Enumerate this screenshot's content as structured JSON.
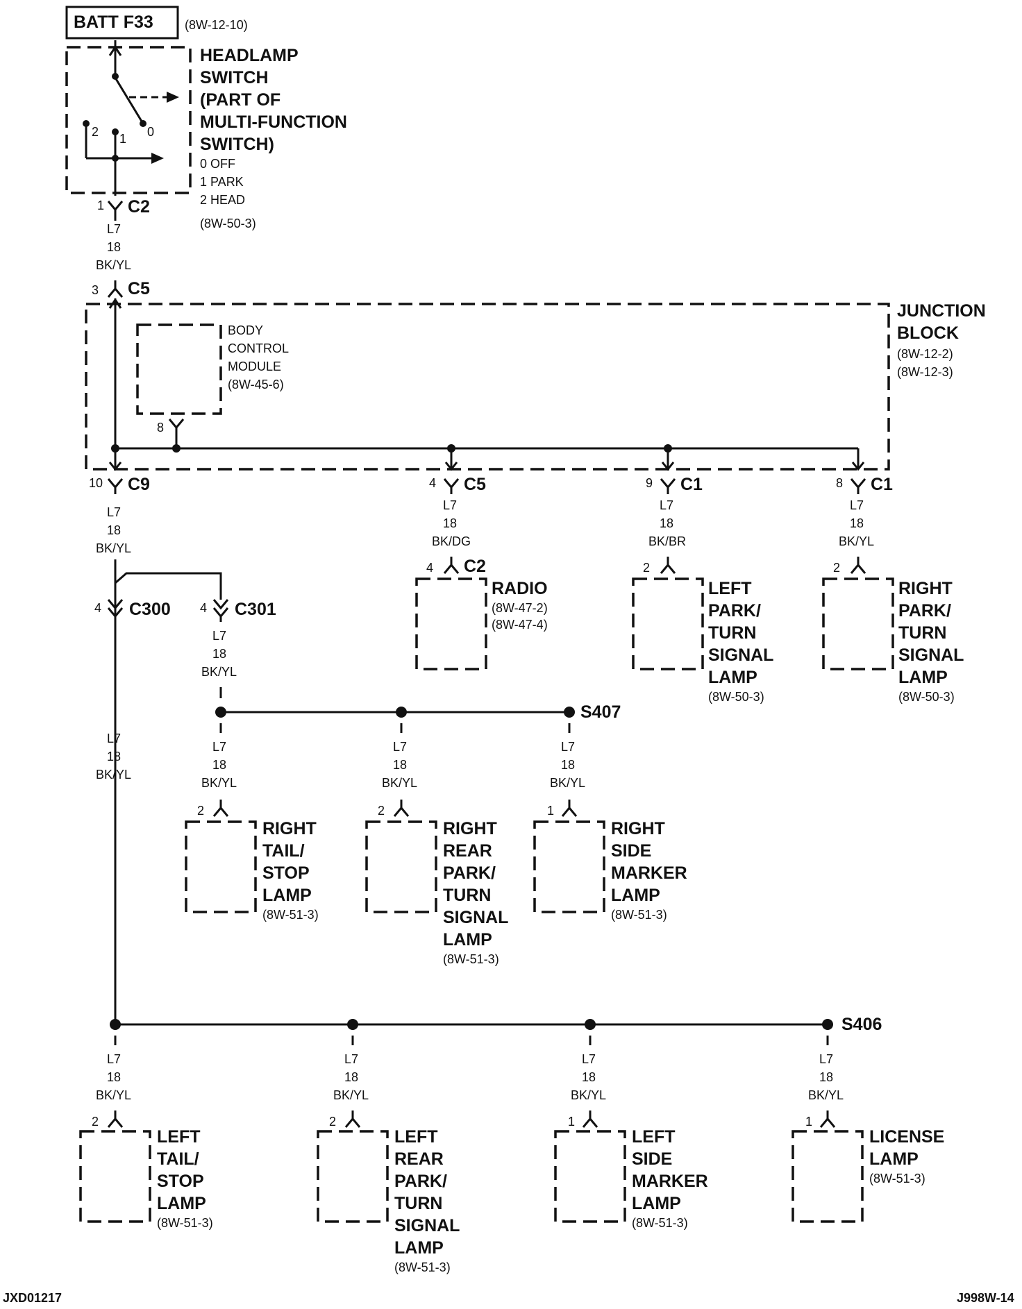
{
  "batt": {
    "label": "BATT F33",
    "ref": "(8W-12-10)"
  },
  "headlamp_switch": {
    "lines": [
      "HEADLAMP",
      "SWITCH",
      "(PART OF",
      "MULTI-FUNCTION",
      "SWITCH)"
    ],
    "positions": [
      "0 OFF",
      "1 PARK",
      "2 HEAD"
    ],
    "ref": "(8W-50-3)",
    "pos_nums": [
      "2",
      "1",
      "0"
    ]
  },
  "junction_block": {
    "lines": [
      "JUNCTION",
      "BLOCK"
    ],
    "refs": [
      "(8W-12-2)",
      "(8W-12-3)"
    ]
  },
  "bcm": {
    "lines": [
      "BODY",
      "CONTROL",
      "MODULE",
      "(8W-45-6)"
    ],
    "pin": "8"
  },
  "connectors": {
    "c2_top": {
      "pin": "1",
      "name": "C2"
    },
    "c5_top": {
      "pin": "3",
      "name": "C5"
    },
    "c9": {
      "pin": "10",
      "name": "C9"
    },
    "c5_radio": {
      "pin": "4",
      "name": "C5"
    },
    "c1_left": {
      "pin": "9",
      "name": "C1"
    },
    "c1_right": {
      "pin": "8",
      "name": "C1"
    },
    "c300": {
      "pin": "4",
      "name": "C300"
    },
    "c301": {
      "pin": "4",
      "name": "C301"
    },
    "radio_c2": {
      "pin": "4",
      "name": "C2"
    }
  },
  "wire_circuit": "L7",
  "wire_gauge": "18",
  "wire_colors": {
    "bkyl": "BK/YL",
    "bkdg": "BK/DG",
    "bkbr": "BK/BR"
  },
  "splices": {
    "s407": "S407",
    "s406": "S406"
  },
  "radio": {
    "label": "RADIO",
    "refs": [
      "(8W-47-2)",
      "(8W-47-4)"
    ]
  },
  "left_park_turn": {
    "lines": [
      "LEFT",
      "PARK/",
      "TURN",
      "SIGNAL",
      "LAMP"
    ],
    "ref": "(8W-50-3)",
    "pin": "2"
  },
  "right_park_turn": {
    "lines": [
      "RIGHT",
      "PARK/",
      "TURN",
      "SIGNAL",
      "LAMP"
    ],
    "ref": "(8W-50-3)",
    "pin": "2"
  },
  "right_tail_stop": {
    "lines": [
      "RIGHT",
      "TAIL/",
      "STOP",
      "LAMP"
    ],
    "ref": "(8W-51-3)",
    "pin": "2"
  },
  "right_rear_park": {
    "lines": [
      "RIGHT",
      "REAR",
      "PARK/",
      "TURN",
      "SIGNAL",
      "LAMP"
    ],
    "ref": "(8W-51-3)",
    "pin": "2"
  },
  "right_side_marker": {
    "lines": [
      "RIGHT",
      "SIDE",
      "MARKER",
      "LAMP"
    ],
    "ref": "(8W-51-3)",
    "pin": "1"
  },
  "left_tail_stop": {
    "lines": [
      "LEFT",
      "TAIL/",
      "STOP",
      "LAMP"
    ],
    "ref": "(8W-51-3)",
    "pin": "2"
  },
  "left_rear_park": {
    "lines": [
      "LEFT",
      "REAR",
      "PARK/",
      "TURN",
      "SIGNAL",
      "LAMP"
    ],
    "ref": "(8W-51-3)",
    "pin": "2"
  },
  "left_side_marker": {
    "lines": [
      "LEFT",
      "SIDE",
      "MARKER",
      "LAMP"
    ],
    "ref": "(8W-51-3)",
    "pin": "1"
  },
  "license_lamp": {
    "lines": [
      "LICENSE",
      "LAMP"
    ],
    "ref": "(8W-51-3)",
    "pin": "1"
  },
  "footer": {
    "left": "JXD01217",
    "right": "J998W-14"
  }
}
